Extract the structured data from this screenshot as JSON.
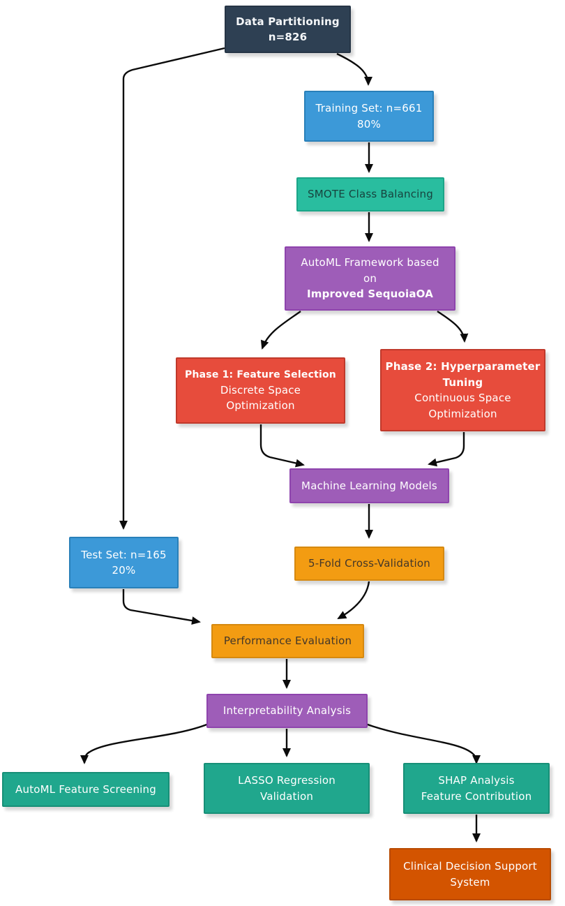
{
  "palette": {
    "navy": "#2E4053",
    "blue": "#3C99D8",
    "blue_border": "#2980B9",
    "teal_light": "#29BD9F",
    "teal_light_border": "#1BA588",
    "teal_light_text": "#17433E",
    "teal_dark": "#20A78D",
    "teal_dark_border": "#178F77",
    "purple": "#9E5DB8",
    "purple_border": "#8E44AD",
    "red": "#E74C3C",
    "red_border": "#C0392B",
    "orange": "#F39C12",
    "orange_border": "#D68910",
    "orange_text": "#443729",
    "dark_orange": "#D35400",
    "dark_orange_border": "#B84A00",
    "arrow": "#0B0B0B",
    "background": "#FFFFFF"
  },
  "nodes": {
    "data_partitioning": {
      "line1": "Data Partitioning",
      "line2": "n=826"
    },
    "training_set": {
      "line1": "Training Set: n=661",
      "line2": "80%"
    },
    "smote": {
      "line1": "SMOTE Class Balancing"
    },
    "automl": {
      "line1": "AutoML Framework based",
      "line2": "on",
      "line3": "Improved SequoiaOA"
    },
    "phase1": {
      "line1": "Phase 1: Feature Selection",
      "line2": "Discrete Space",
      "line3": "Optimization"
    },
    "phase2": {
      "line1": "Phase 2: Hyperparameter",
      "line2": "Tuning",
      "line3": "Continuous Space",
      "line4": "Optimization"
    },
    "ml_models": {
      "line1": "Machine Learning Models"
    },
    "five_fold_cv": {
      "line1": "5-Fold Cross-Validation"
    },
    "test_set": {
      "line1": "Test Set: n=165",
      "line2": "20%"
    },
    "performance_evaluation": {
      "line1": "Performance Evaluation"
    },
    "interpretability": {
      "line1": "Interpretability Analysis"
    },
    "automl_screening": {
      "line1": "AutoML Feature Screening"
    },
    "lasso": {
      "line1": "LASSO Regression",
      "line2": "Validation"
    },
    "shap": {
      "line1": "SHAP Analysis",
      "line2": "Feature Contribution"
    },
    "clinical": {
      "line1": "Clinical Decision Support",
      "line2": "System"
    }
  },
  "edges": [
    {
      "from": "data_partitioning",
      "to": "training_set"
    },
    {
      "from": "data_partitioning",
      "to": "test_set"
    },
    {
      "from": "training_set",
      "to": "smote"
    },
    {
      "from": "smote",
      "to": "automl"
    },
    {
      "from": "automl",
      "to": "phase1"
    },
    {
      "from": "automl",
      "to": "phase2"
    },
    {
      "from": "phase1",
      "to": "ml_models"
    },
    {
      "from": "phase2",
      "to": "ml_models"
    },
    {
      "from": "ml_models",
      "to": "five_fold_cv"
    },
    {
      "from": "five_fold_cv",
      "to": "performance_evaluation"
    },
    {
      "from": "test_set",
      "to": "performance_evaluation"
    },
    {
      "from": "performance_evaluation",
      "to": "interpretability"
    },
    {
      "from": "interpretability",
      "to": "automl_screening"
    },
    {
      "from": "interpretability",
      "to": "lasso"
    },
    {
      "from": "interpretability",
      "to": "shap"
    },
    {
      "from": "shap",
      "to": "clinical"
    }
  ]
}
